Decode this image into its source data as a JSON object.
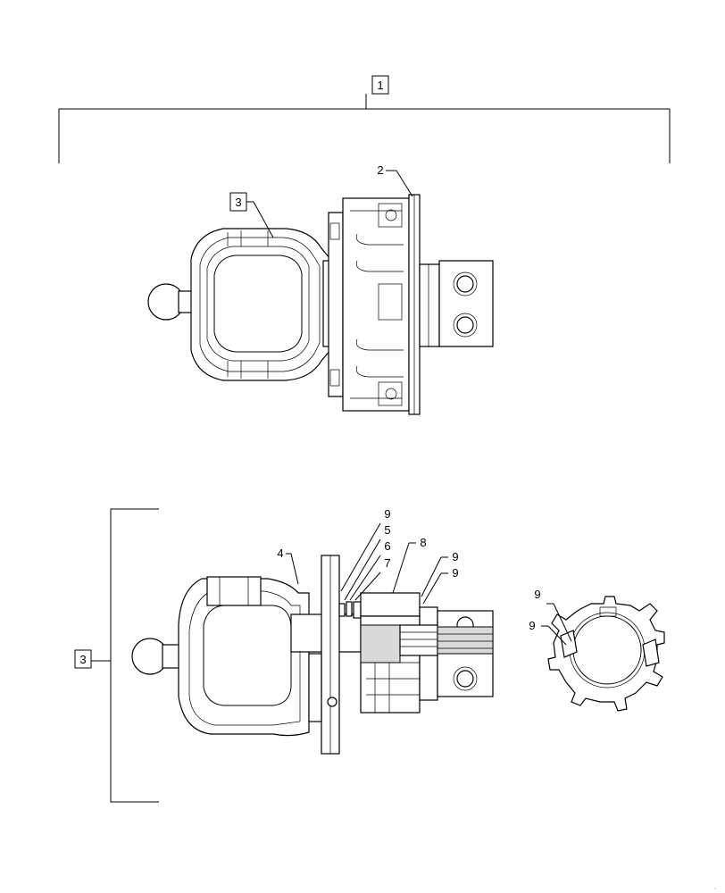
{
  "callouts": {
    "assembly": "1",
    "collar": "2",
    "shaft_top": "3",
    "shaft_bottom": "3",
    "housing": "4",
    "part5": "5",
    "part6": "6",
    "part7": "7",
    "part8": "8",
    "part9_a": "9",
    "part9_b": "9",
    "part9_c": "9",
    "part9_d": "9",
    "part9_e": "9"
  }
}
